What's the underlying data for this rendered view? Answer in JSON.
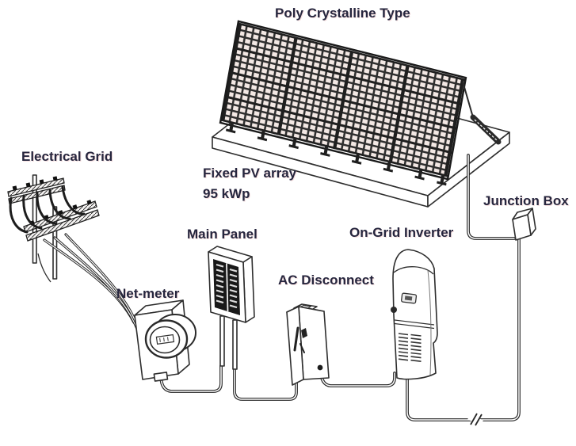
{
  "page": {
    "kind": "solar-pv-system-diagram",
    "background": "#ffffff"
  },
  "labels": {
    "panel_type": "Poly Crystalline Type",
    "electrical_grid": "Electrical Grid",
    "pv_array_line1": "Fixed PV array",
    "pv_array_line2": "95 kWp",
    "junction_box": "Junction Box",
    "main_panel": "Main Panel",
    "net_meter": "Net-meter",
    "ac_disconnect": "AC Disconnect",
    "on_grid_inverter": "On-Grid Inverter"
  },
  "colors": {
    "ink": "#2a2a2a",
    "label_text": "#26263e",
    "pv_cell_fill": "#f3e8e4",
    "pv_grid_lines": "#1f1f1f",
    "wire_core": "#ffffff"
  }
}
